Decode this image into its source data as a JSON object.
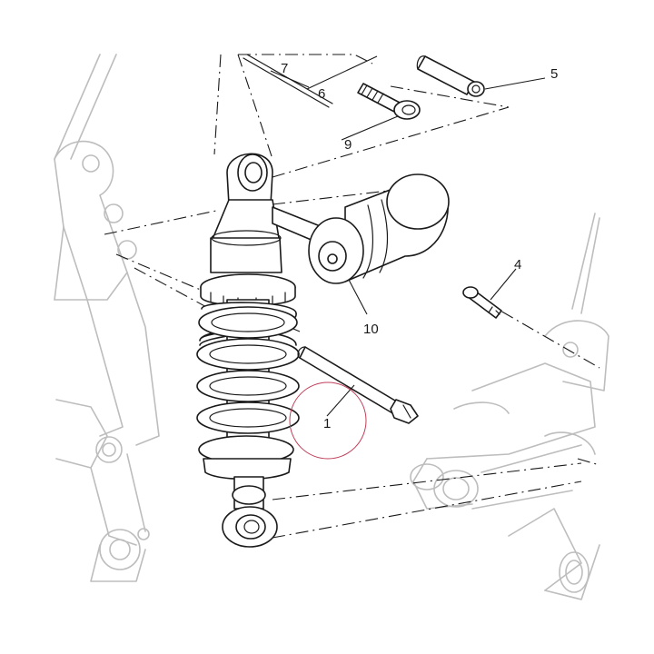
{
  "callouts": [
    {
      "id": "1",
      "label": "1"
    },
    {
      "id": "4",
      "label": "4"
    },
    {
      "id": "5",
      "label": "5"
    },
    {
      "id": "6",
      "label": "6"
    },
    {
      "id": "7",
      "label": "7"
    },
    {
      "id": "9",
      "label": "9"
    },
    {
      "id": "10",
      "label": "10"
    }
  ],
  "highlight": {
    "callout": "1",
    "color": "#c0405a"
  },
  "colors": {
    "line": "#1a1a1a",
    "ghost": "#bdbdbd",
    "background": "#ffffff"
  }
}
